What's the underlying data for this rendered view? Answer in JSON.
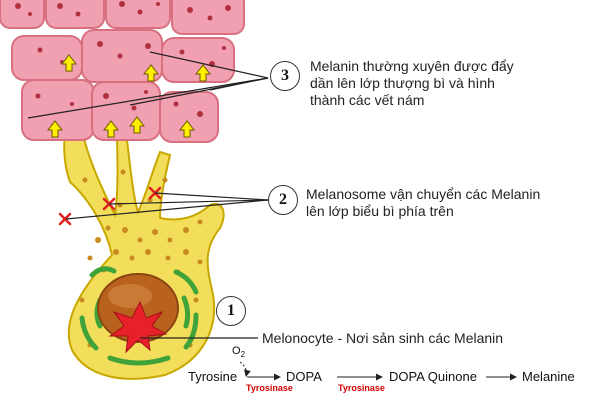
{
  "colors": {
    "skin_cell": "#f0a0b0",
    "skin_cell_border": "#d87080",
    "melanin_granule": "#b03040",
    "melanocyte_body": "#f2de5a",
    "melanocyte_border": "#c8a800",
    "nucleus": "#b8621e",
    "mito": "#3fa33a",
    "arrow_yellow": "#ffee00",
    "enzyme_red": "#d40000",
    "leader_line": "#222222"
  },
  "annotations": [
    {
      "number": "3",
      "lines": [
        "Melanin thường xuyên được đẩy",
        "dần lên lớp thượng bì và hình",
        "thành các vết nám"
      ]
    },
    {
      "number": "2",
      "lines": [
        "Melanosome vận chuyển các Melanin",
        "lên lớp biểu bì phía trên"
      ]
    },
    {
      "number": "1",
      "lines": [
        "Melonocyte - Nơi sản sinh các Melanin"
      ]
    }
  ],
  "pathway": {
    "cofactor": "O",
    "cofactor_sub": "2",
    "steps": [
      "Tyrosine",
      "DOPA",
      "DOPA Quinone",
      "Melanine"
    ],
    "enzymes": [
      "Tyrosinase",
      "Tyrosinase"
    ]
  },
  "icons": {
    "cell_arrow": "up-arrow-icon",
    "blocked_transport": "x-mark-icon",
    "production_site": "star-burst-icon"
  }
}
